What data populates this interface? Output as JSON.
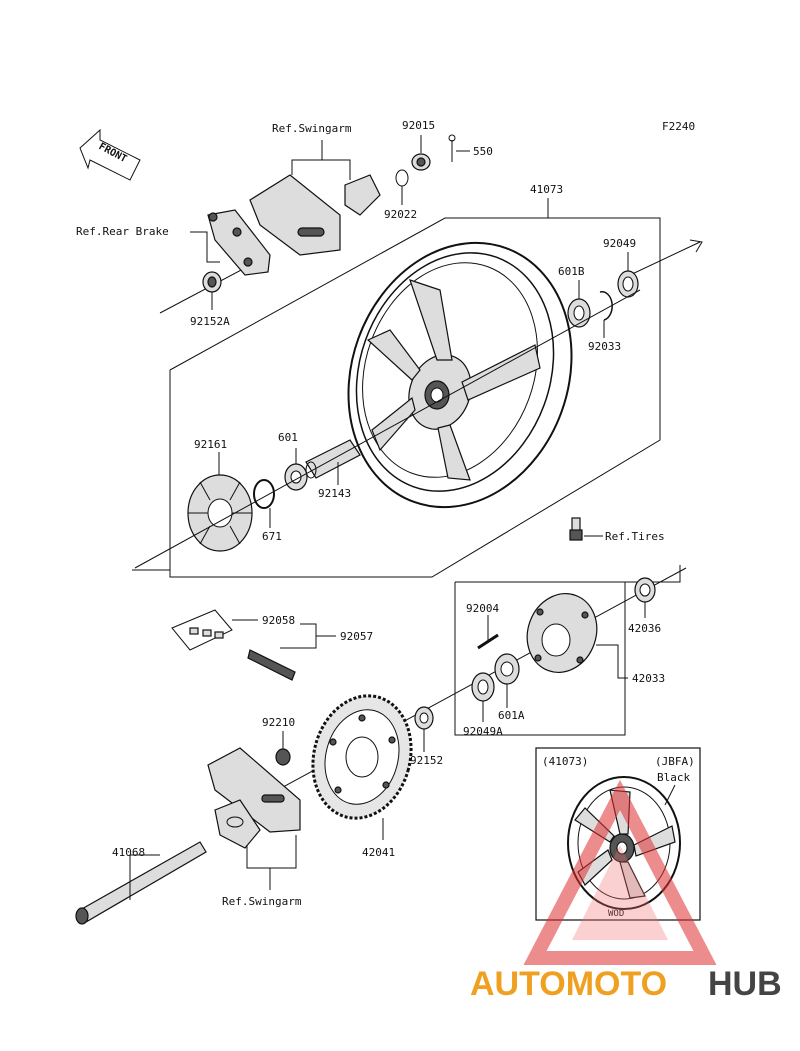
{
  "figure_code": "F2240",
  "front_label": "FRONT",
  "labels": {
    "ref_swingarm_top": "Ref.Swingarm",
    "ref_rear_brake": "Ref.Rear Brake",
    "ref_tires": "Ref.Tires",
    "ref_swingarm_bottom": "Ref.Swingarm",
    "p92015": "92015",
    "p550": "550",
    "p92022": "92022",
    "p41073": "41073",
    "p92049": "92049",
    "p601B": "601B",
    "p92033": "92033",
    "p92152A": "92152A",
    "p92161": "92161",
    "p601": "601",
    "p92143": "92143",
    "p671": "671",
    "p92004": "92004",
    "p42036": "42036",
    "p92058": "92058",
    "p92057": "92057",
    "p42033": "42033",
    "p601A": "601A",
    "p92049A": "92049A",
    "p92210": "92210",
    "p92152": "92152",
    "p41068": "41068",
    "p42041": "42041"
  },
  "inset": {
    "part_ref": "(41073)",
    "code": "(JBFA)",
    "color": "Black",
    "marking": "WOD"
  },
  "watermark": {
    "part1": "AUTOMOTO",
    "part2": "HUB",
    "color1": "#f0a020",
    "color2": "#444444"
  }
}
